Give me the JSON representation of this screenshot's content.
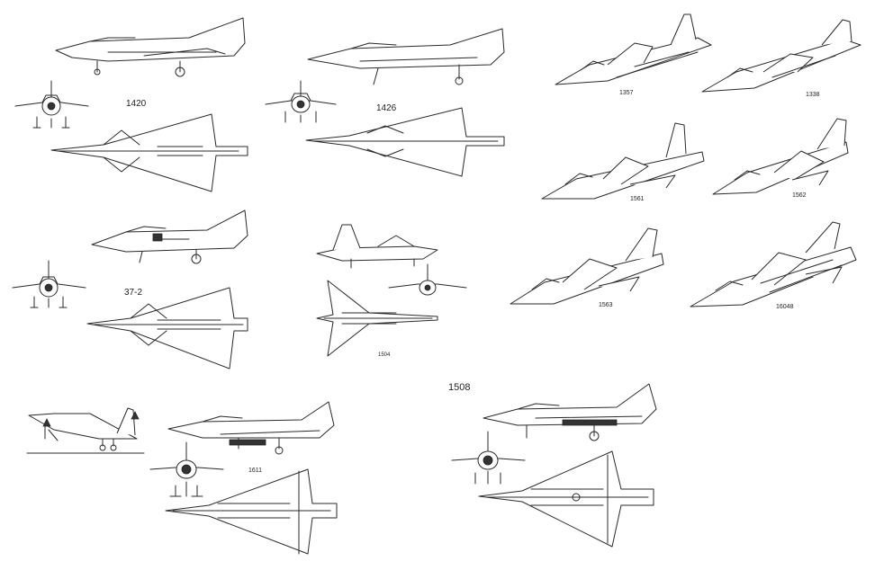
{
  "labels": {
    "l1420": "1420",
    "l1426": "1426",
    "l1357": "1357",
    "l1338": "1338",
    "l1561": "1561",
    "l1562": "1562",
    "l372": "37-2",
    "l1504": "1504",
    "l1563": "1563",
    "l1604": "16048",
    "l1508": "1508",
    "l1611": "1611"
  },
  "colors": {
    "line": "#2a2a2a",
    "background": "#ffffff"
  }
}
